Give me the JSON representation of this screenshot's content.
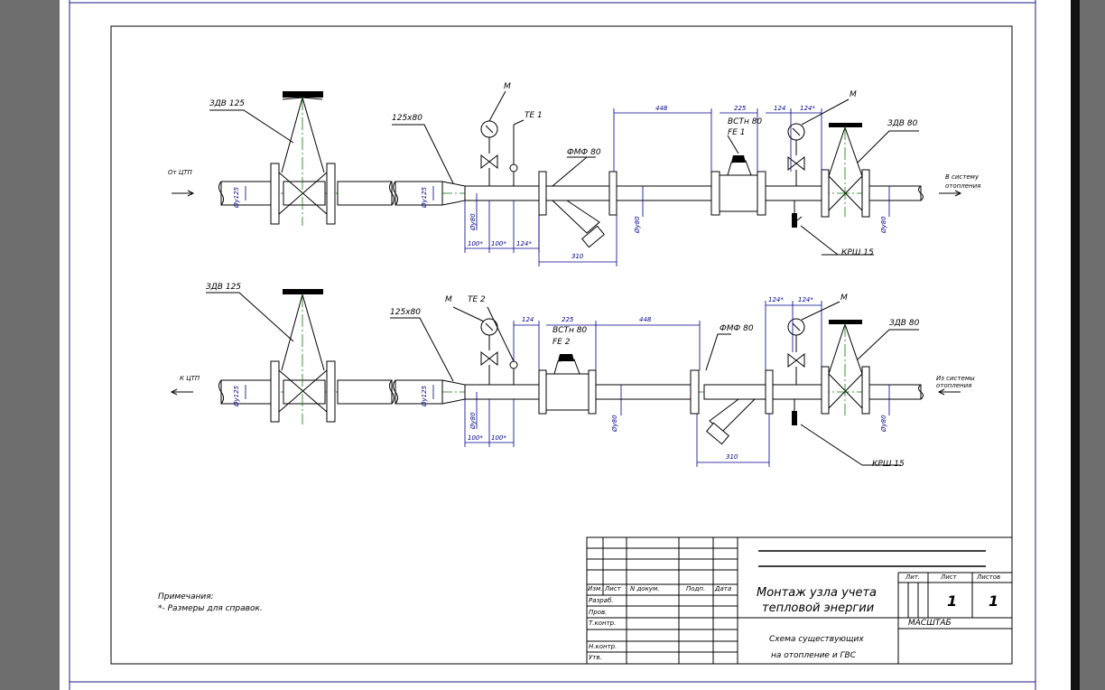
{
  "lines": {
    "top": {
      "inlet": "От ЦТП",
      "outlet_line1": "В систему",
      "outlet_line2": "отопления",
      "valve_label": "ЗДВ 125",
      "reducer": "125х80",
      "gauge": "М",
      "te": "ТЕ 1",
      "filter": "ФМФ 80",
      "meter_line1": "ВСТн 80",
      "meter_line2": "FE 1",
      "gauge2": "М",
      "valve2": "ЗДВ 80",
      "ball_valve": "КРШ 15",
      "d_in": "Øу125",
      "d_red": "Øу125",
      "d_80a": "Øу80",
      "d_80b": "Øу80",
      "d_80c": "Øу80",
      "dim_448": "448",
      "dim_225": "225",
      "dim_124a": "124",
      "dim_124b": "124*",
      "dim_100a": "100*",
      "dim_100b": "100*",
      "dim_124c": "124*",
      "dim_310": "310"
    },
    "bottom": {
      "inlet": "К ЦТП",
      "outlet_line1": "Из системы",
      "outlet_line2": "отопления",
      "valve_label": "ЗДВ 125",
      "reducer": "125х80",
      "gauge": "М",
      "te": "ТЕ 2",
      "meter_line1": "ВСТн 80",
      "meter_line2": "FE 2",
      "filter": "ФМФ 80",
      "gauge2": "М",
      "valve2": "ЗДВ 80",
      "ball_valve": "КРШ 15",
      "d_in": "Øу125",
      "d_red": "Øу125",
      "d_80a": "Øу80",
      "d_80b": "Øу80",
      "d_80c": "Øу80",
      "dim_124": "124",
      "dim_225": "225",
      "dim_448": "448",
      "dim_124a": "124*",
      "dim_124b": "124*",
      "dim_100a": "100*",
      "dim_100b": "100*",
      "dim_310": "310"
    }
  },
  "note": {
    "title": "Примечания:",
    "line1": "*- Размеры для справок."
  },
  "title_block": {
    "col_izm": "Изм.",
    "col_list": "Лист",
    "col_doc": "N докум.",
    "col_sign": "Подп.",
    "col_date": "Дата",
    "razrab": "Разраб.",
    "prov": "Пров.",
    "tkontr": "Т.контр.",
    "nkontr": "Н.контр.",
    "utv": "Утв.",
    "title_line1": "Монтаж узла учета",
    "title_line2": "тепловой энергии",
    "sub_line1": "Схема существующих",
    "sub_line2": "на отопление и ГВС",
    "lit_hdr": "Лит.",
    "sheet_hdr": "Лист",
    "sheets_hdr": "Листов",
    "sheet_val": "1",
    "sheets_val": "1",
    "scale": "МАСШТАБ"
  }
}
